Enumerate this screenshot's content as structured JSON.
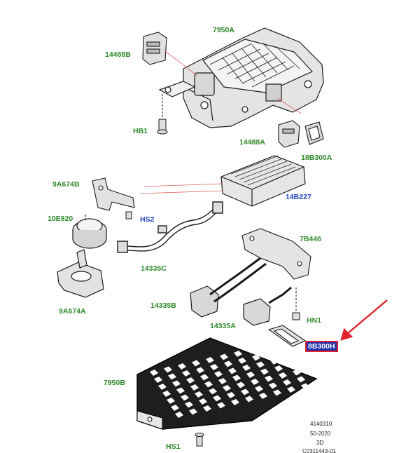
{
  "colors": {
    "label_green": "#2f8a2a",
    "label_blue": "#1f3fbf",
    "highlight_fill": "#1f2ea8",
    "highlight_border": "#e0232b",
    "arrow": "#e0232b",
    "line_red": "#e06060",
    "part": "#1a1a1a"
  },
  "labels": {
    "p7950A": "7950A",
    "p14488B": "14488B",
    "hb1": "HB1",
    "p14488A": "14488A",
    "p18B300A": "18B300A",
    "p9A674B": "9A674B",
    "p14B227": "14B227",
    "p10E920": "10E920",
    "hs2": "HS2",
    "p7B446": "7B446",
    "p14335C": "14335C",
    "p9A674A": "9A674A",
    "p14335B": "14335B",
    "hn1": "HN1",
    "p14335A": "14335A",
    "p8B300H": "8B300H",
    "p7950B": "7950B",
    "hs1": "HS1"
  },
  "doc_info": {
    "line1": "4140310",
    "line2": "50-2020",
    "line3": "3D",
    "line4": "C0311443-01"
  }
}
